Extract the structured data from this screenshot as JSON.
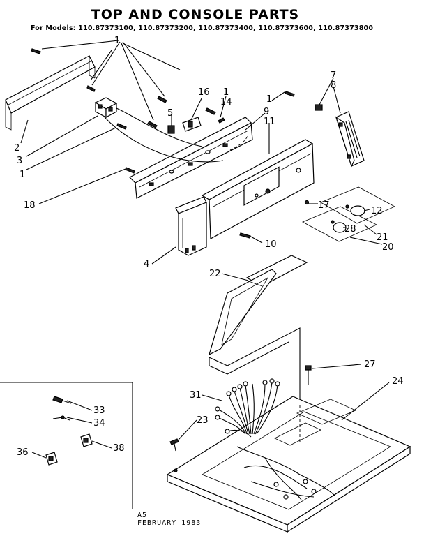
{
  "title": "TOP AND CONSOLE PARTS",
  "models_line": "For Models: 110.87373100, 110.87373200, 110.87373400, 110.87373600, 110.87373800",
  "footer": {
    "code": "A5",
    "date": "FEBRUARY 1983"
  },
  "callouts": [
    "1",
    "1",
    "1",
    "2",
    "3",
    "1",
    "16",
    "1",
    "14",
    "5",
    "9",
    "11",
    "1",
    "7",
    "8",
    "18",
    "17",
    "12",
    "28",
    "21",
    "20",
    "10",
    "4",
    "22",
    "27",
    "24",
    "31",
    "23",
    "33",
    "34",
    "36",
    "38"
  ]
}
